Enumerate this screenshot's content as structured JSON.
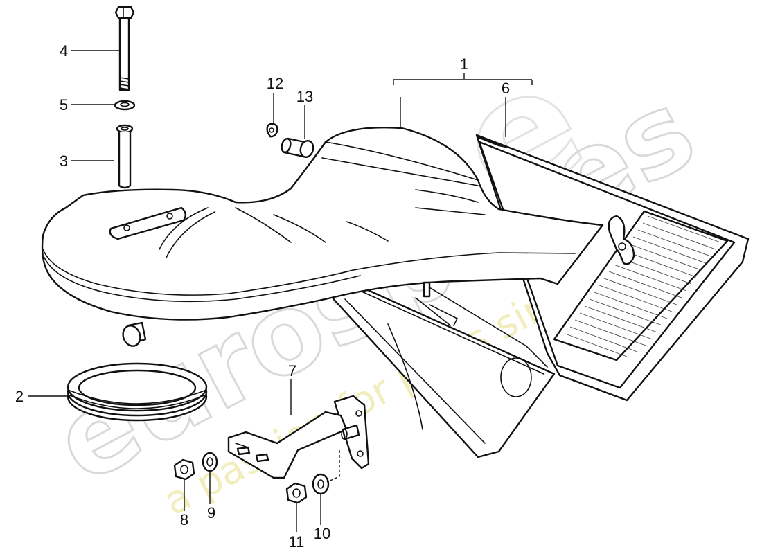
{
  "watermark": {
    "brand": "eurospares",
    "tagline": "a passion for parts since 1985"
  },
  "callouts": [
    {
      "id": "1",
      "label": "1"
    },
    {
      "id": "2",
      "label": "2"
    },
    {
      "id": "3",
      "label": "3"
    },
    {
      "id": "4",
      "label": "4"
    },
    {
      "id": "5",
      "label": "5"
    },
    {
      "id": "6",
      "label": "6"
    },
    {
      "id": "7",
      "label": "7"
    },
    {
      "id": "8",
      "label": "8"
    },
    {
      "id": "9",
      "label": "9"
    },
    {
      "id": "10",
      "label": "10"
    },
    {
      "id": "11",
      "label": "11"
    },
    {
      "id": "12",
      "label": "12"
    },
    {
      "id": "13",
      "label": "13"
    }
  ]
}
